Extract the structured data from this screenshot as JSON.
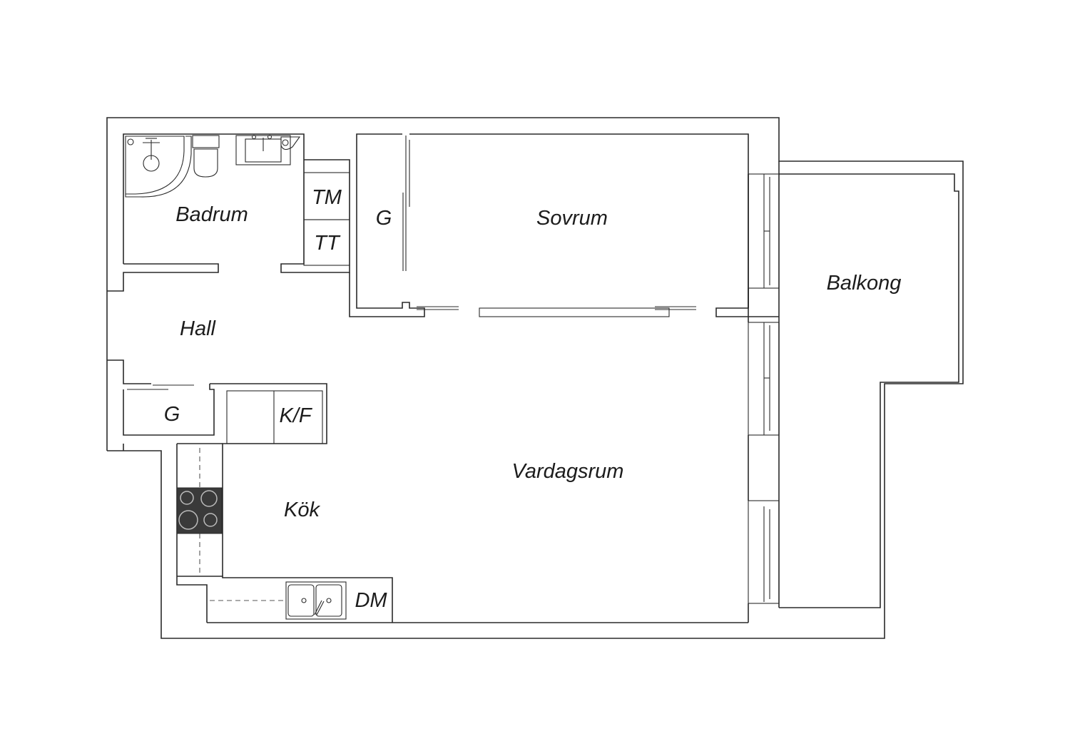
{
  "rooms": {
    "badrum": "Badrum",
    "tm": "TM",
    "tt": "TT",
    "g_sovrum": "G",
    "sovrum": "Sovrum",
    "balkong": "Balkong",
    "hall": "Hall",
    "g_hall": "G",
    "kf": "K/F",
    "vardagsrum": "Vardagsrum",
    "kok": "Kök",
    "dm": "DM"
  },
  "colors": {
    "line": "#2a2a2a",
    "stove": "#3a3a3a",
    "background": "#ffffff"
  }
}
